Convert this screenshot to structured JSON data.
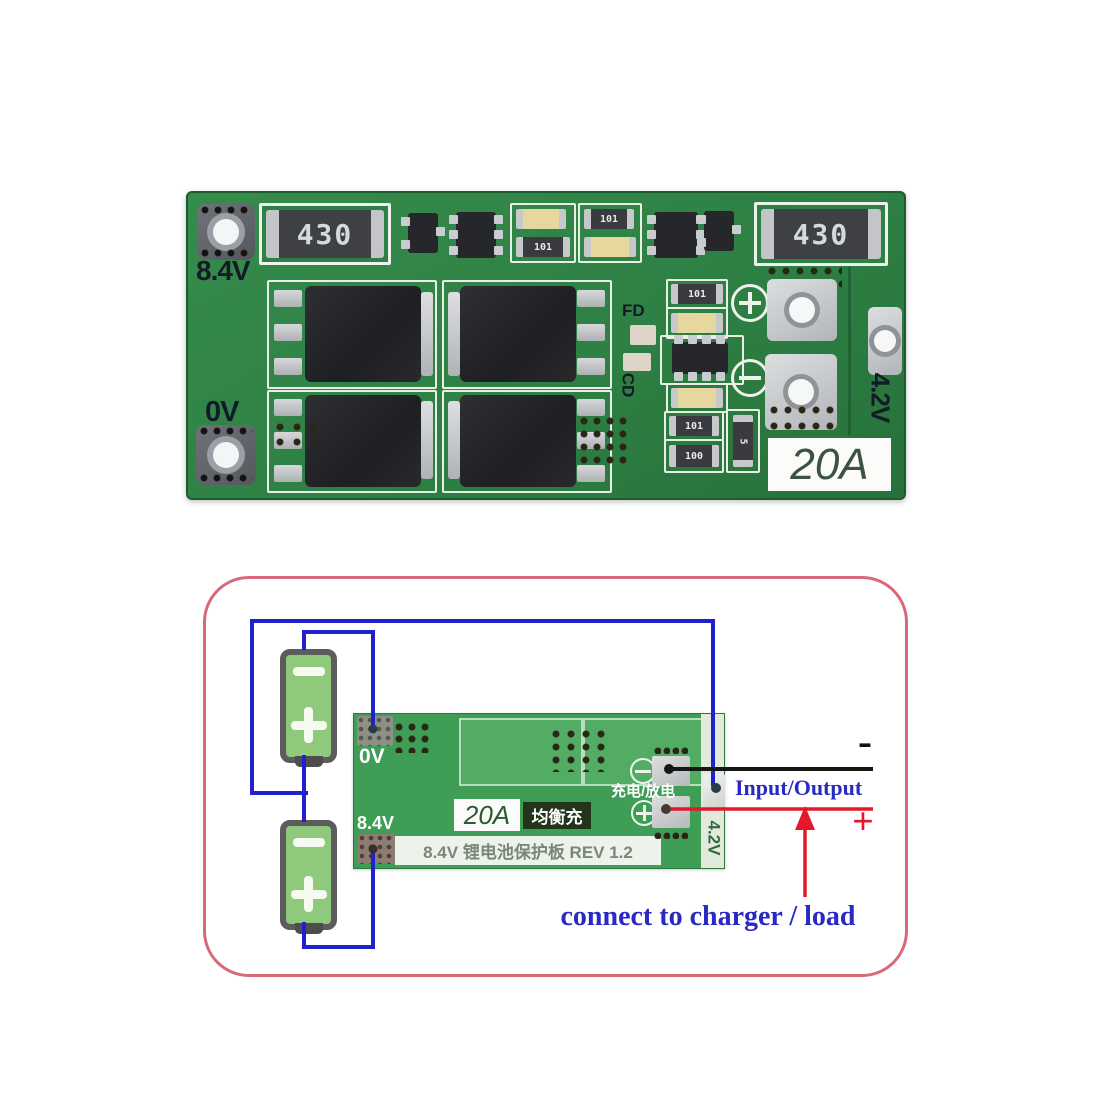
{
  "photo": {
    "labels": {
      "top_left_voltage": "8.4V",
      "bottom_left_voltage": "0V",
      "fd": "FD",
      "cd": "CD",
      "right_edge_voltage": "4.2V",
      "current_rating": "20A"
    },
    "components": {
      "resistor_430": "430",
      "resistor_101": "101",
      "resistor_100": "100",
      "resistor_5": "5"
    }
  },
  "diagram": {
    "board": {
      "pad_top_left": "0V",
      "pad_left": "8.4V",
      "current_rating": "20A",
      "balance_label": "均衡充",
      "board_title": "8.4V 锂电池保护板 REV 1.2",
      "charge_discharge": "充电/放电",
      "right_edge_voltage": "4.2V"
    },
    "io": {
      "minus": "-",
      "plus": "+",
      "label": "Input/Output",
      "note": "connect to charger / load"
    },
    "colors": {
      "frame_pink": "#d9697a",
      "wire_blue": "#2020cc",
      "wire_red": "#e5182b",
      "wire_black": "#161616",
      "annotation_blue": "#2929c4",
      "pcb_green_photo": "#2e8044",
      "pcb_green_diagram": "#3f9e55"
    }
  }
}
